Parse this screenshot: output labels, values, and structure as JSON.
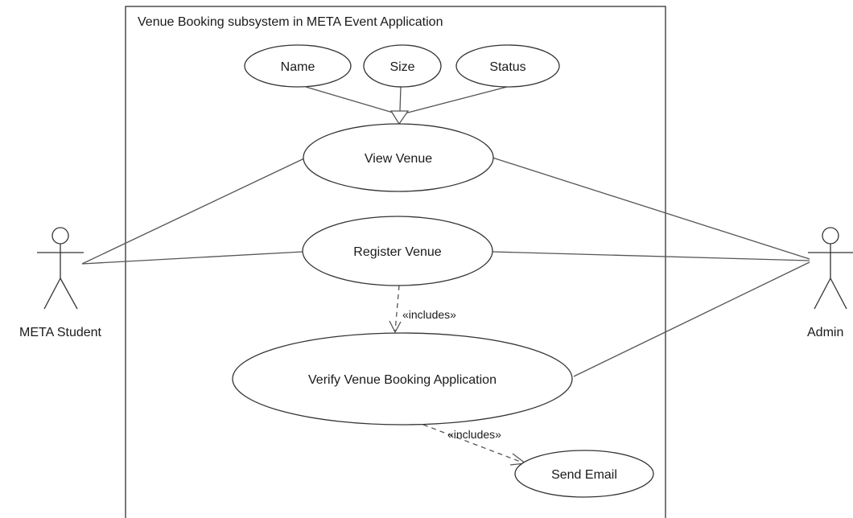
{
  "system": {
    "title": "Venue Booking subsystem in META Event Application"
  },
  "use_cases": {
    "name": "Name",
    "size": "Size",
    "status": "Status",
    "view_venue": "View Venue",
    "register_venue": "Register Venue",
    "verify_application": "Verify Venue Booking Application",
    "send_email": "Send Email"
  },
  "actors": {
    "student": "META Student",
    "admin": "Admin"
  },
  "relationships": {
    "includes_verify": "«includes»",
    "includes_email": "«includes»"
  }
}
